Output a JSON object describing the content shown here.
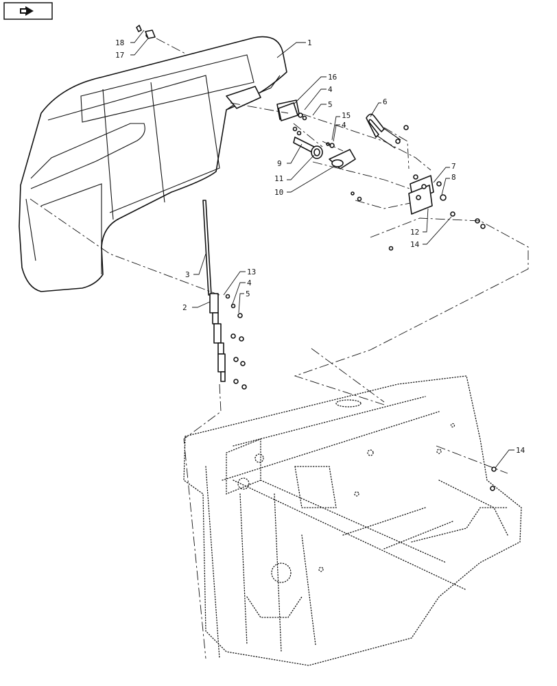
{
  "nav": {
    "icon": "next-page-arrow-icon"
  },
  "callouts": {
    "c1": "1",
    "c2": "2",
    "c3": "3",
    "c4a": "4",
    "c4b": "4",
    "c4c": "4",
    "c5a": "5",
    "c5b": "5",
    "c6": "6",
    "c7": "7",
    "c8": "8",
    "c9": "9",
    "c10": "10",
    "c11": "11",
    "c12": "12",
    "c13": "13",
    "c14a": "14",
    "c14b": "14",
    "c15": "15",
    "c16": "16",
    "c17": "17",
    "c18": "18"
  }
}
